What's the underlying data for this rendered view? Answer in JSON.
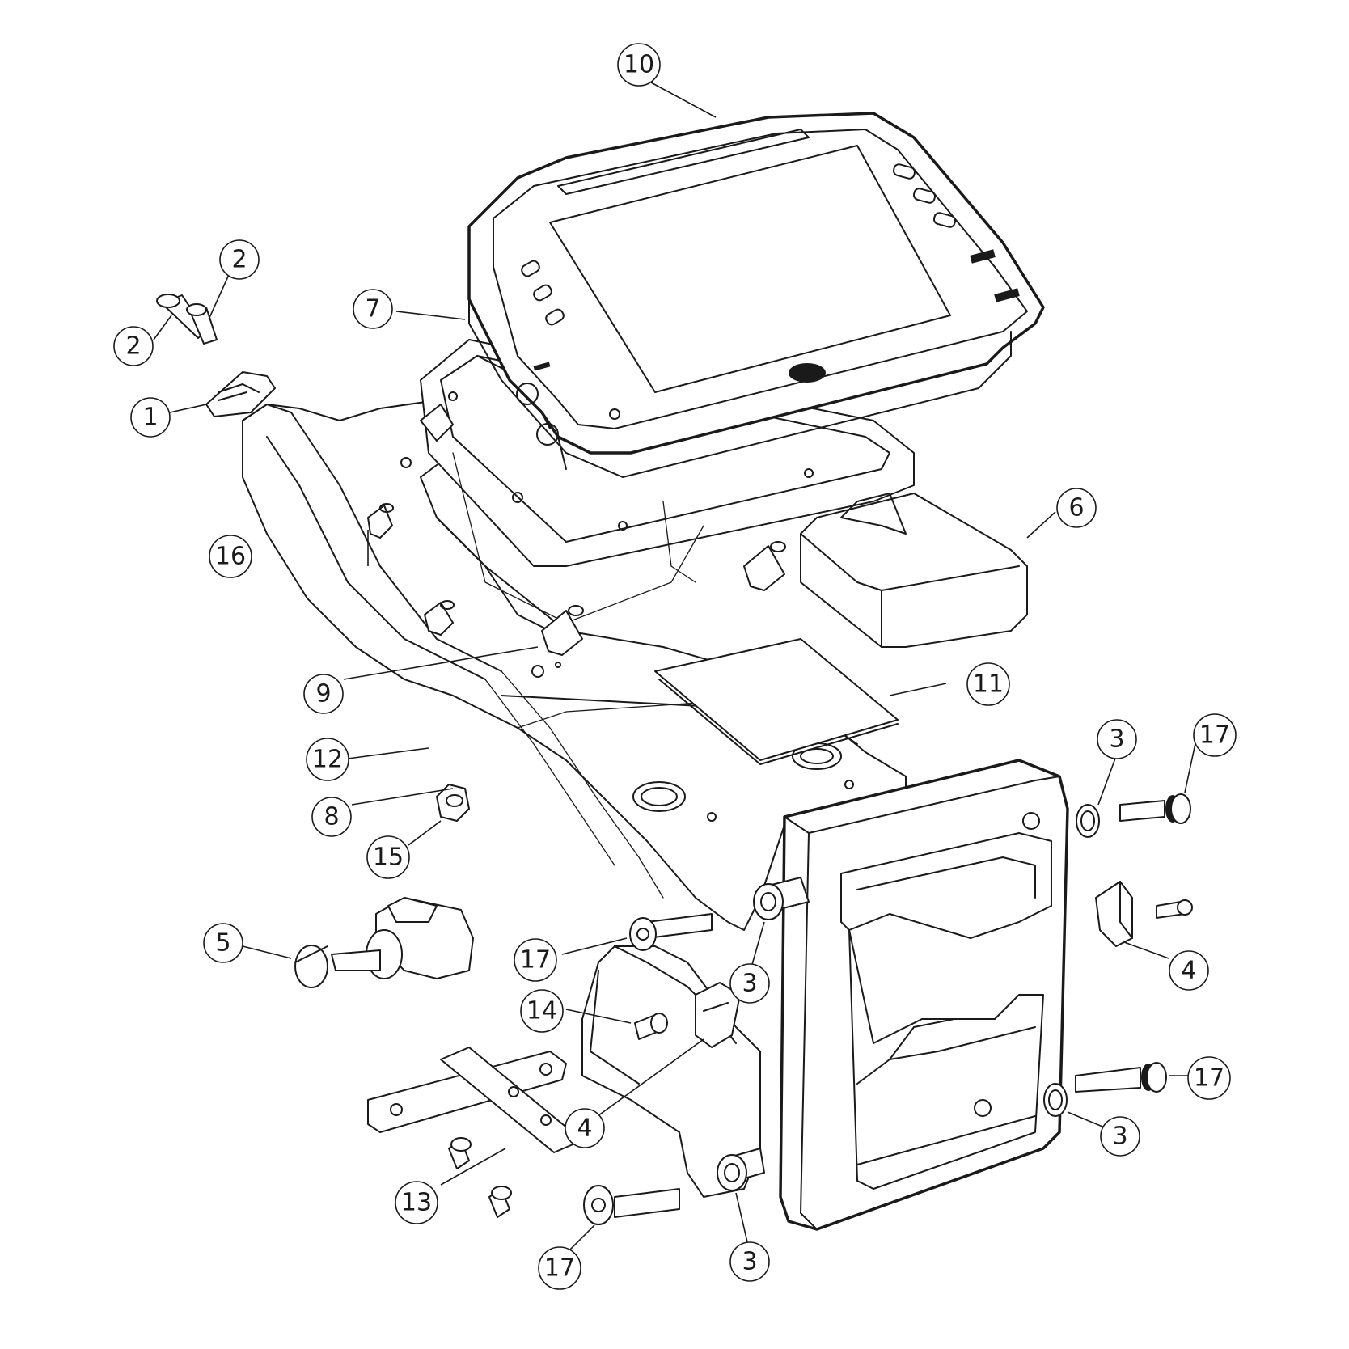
{
  "callouts": [
    {
      "id": "c1",
      "label": "1"
    },
    {
      "id": "c2a",
      "label": "2"
    },
    {
      "id": "c2b",
      "label": "2"
    },
    {
      "id": "c3a",
      "label": "3"
    },
    {
      "id": "c3b",
      "label": "3"
    },
    {
      "id": "c3c",
      "label": "3"
    },
    {
      "id": "c3d",
      "label": "3"
    },
    {
      "id": "c4a",
      "label": "4"
    },
    {
      "id": "c4b",
      "label": "4"
    },
    {
      "id": "c5",
      "label": "5"
    },
    {
      "id": "c6",
      "label": "6"
    },
    {
      "id": "c7",
      "label": "7"
    },
    {
      "id": "c8",
      "label": "8"
    },
    {
      "id": "c9",
      "label": "9"
    },
    {
      "id": "c10",
      "label": "10"
    },
    {
      "id": "c11",
      "label": "11"
    },
    {
      "id": "c12",
      "label": "12"
    },
    {
      "id": "c13",
      "label": "13"
    },
    {
      "id": "c14",
      "label": "14"
    },
    {
      "id": "c15",
      "label": "15"
    },
    {
      "id": "c16",
      "label": "16"
    },
    {
      "id": "c17a",
      "label": "17"
    },
    {
      "id": "c17b",
      "label": "17"
    },
    {
      "id": "c17c",
      "label": "17"
    },
    {
      "id": "c17d",
      "label": "17"
    }
  ]
}
